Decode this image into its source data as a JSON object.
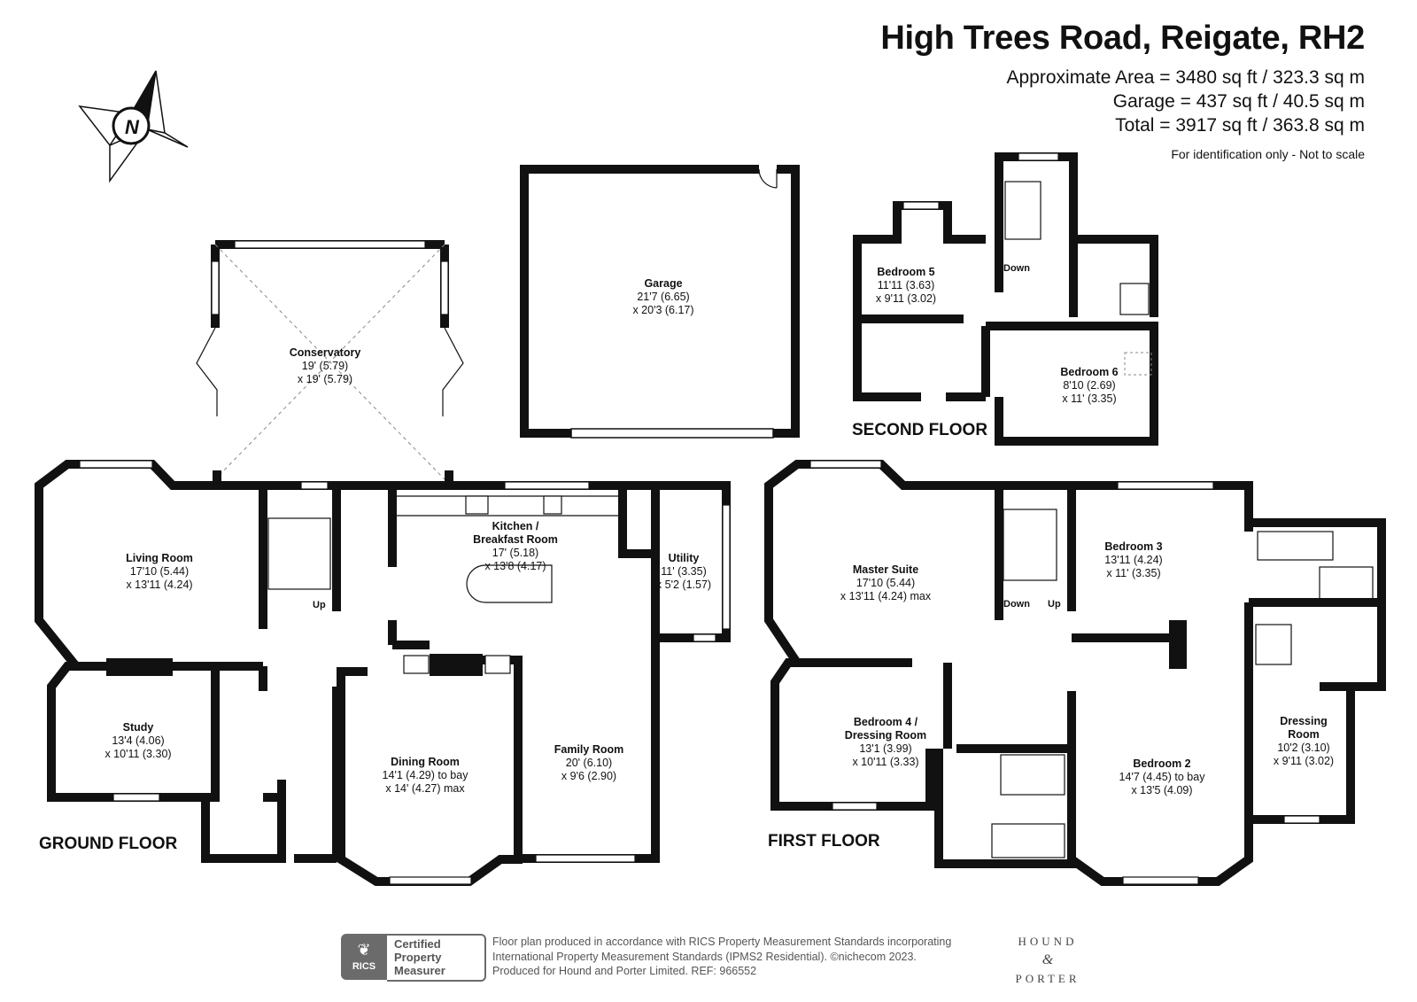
{
  "header": {
    "title": "High Trees Road, Reigate, RH2",
    "area_lines": [
      "Approximate Area = 3480 sq ft / 323.3 sq m",
      "Garage = 437 sq ft / 40.5 sq m",
      "Total = 3917 sq ft / 363.8 sq m"
    ],
    "note": "For identification only - Not to scale"
  },
  "compass": {
    "label": "N"
  },
  "floors": {
    "ground": "GROUND FLOOR",
    "first": "FIRST FLOOR",
    "second": "SECOND FLOOR"
  },
  "rooms": {
    "conservatory": {
      "name": "Conservatory",
      "dims": [
        "19' (5.79)",
        "x 19' (5.79)"
      ]
    },
    "garage": {
      "name": "Garage",
      "dims": [
        "21'7 (6.65)",
        "x 20'3 (6.17)"
      ]
    },
    "living": {
      "name": "Living Room",
      "dims": [
        "17'10 (5.44)",
        "x 13'11 (4.24)"
      ]
    },
    "kitchen": {
      "name": "Kitchen /",
      "name2": "Breakfast Room",
      "dims": [
        "17' (5.18)",
        "x 13'8 (4.17)"
      ]
    },
    "utility": {
      "name": "Utility",
      "dims": [
        "11' (3.35)",
        "x 5'2 (1.57)"
      ]
    },
    "study": {
      "name": "Study",
      "dims": [
        "13'4 (4.06)",
        "x 10'11 (3.30)"
      ]
    },
    "dining": {
      "name": "Dining Room",
      "dims": [
        "14'1 (4.29) to bay",
        "x 14' (4.27) max"
      ]
    },
    "family": {
      "name": "Family Room",
      "dims": [
        "20' (6.10)",
        "x 9'6 (2.90)"
      ]
    },
    "bed5": {
      "name": "Bedroom 5",
      "dims": [
        "11'11 (3.63)",
        "x 9'11 (3.02)"
      ]
    },
    "bed6": {
      "name": "Bedroom 6",
      "dims": [
        "8'10 (2.69)",
        "x 11' (3.35)"
      ]
    },
    "master": {
      "name": "Master Suite",
      "dims": [
        "17'10 (5.44)",
        "x 13'11 (4.24) max"
      ]
    },
    "bed3": {
      "name": "Bedroom 3",
      "dims": [
        "13'11 (4.24)",
        "x 11' (3.35)"
      ]
    },
    "bed4": {
      "name": "Bedroom 4 /",
      "name2": "Dressing Room",
      "dims": [
        "13'1 (3.99)",
        "x 10'11 (3.33)"
      ]
    },
    "bed2": {
      "name": "Bedroom 2",
      "dims": [
        "14'7 (4.45) to bay",
        "x 13'5 (4.09)"
      ]
    },
    "dressing": {
      "name": "Dressing",
      "name2": "Room",
      "dims": [
        "10'2 (3.10)",
        "x 9'11 (3.02)"
      ]
    }
  },
  "stairs": {
    "ground_up": "Up",
    "second_down": "Down",
    "first_down": "Down",
    "first_up": "Up"
  },
  "footer": {
    "lines": [
      "Floor plan produced in accordance with RICS Property Measurement Standards incorporating",
      "International Property Measurement Standards (IPMS2 Residential).  ©nichecom 2023.",
      "Produced for Hound and Porter Limited.   REF:  966552"
    ],
    "rics_short": "RICS",
    "rics_badge": [
      "Certified",
      "Property",
      "Measurer"
    ],
    "brand": [
      "HOUND",
      "&",
      "PORTER"
    ]
  },
  "colors": {
    "wall": "#111111",
    "text": "#111111",
    "muted": "#555555",
    "badge": "#6b6b6b"
  }
}
